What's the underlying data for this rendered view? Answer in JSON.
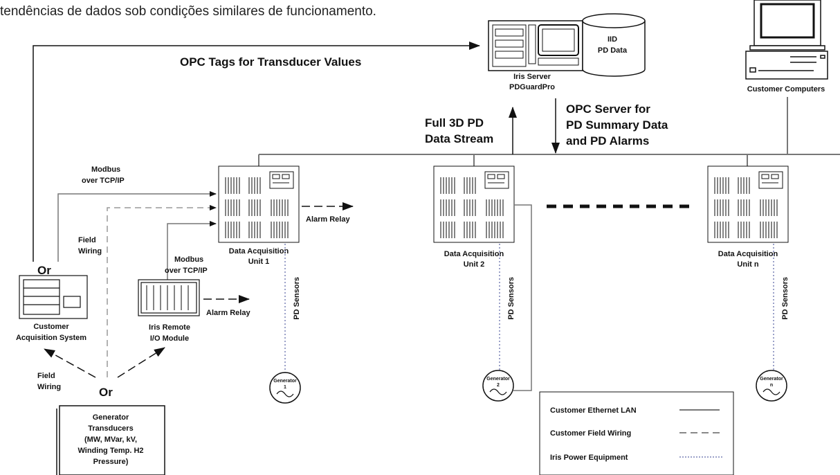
{
  "caption": {
    "line1": "tendências de dados sob condições similares de funcionamento.",
    "line1_partial_right": "…"
  },
  "server": {
    "name_line1": "Iris Server",
    "name_line2": "PDGuardPro",
    "db_line1": "IID",
    "db_line2": "PD Data"
  },
  "customer_computers": {
    "label": "Customer Computers"
  },
  "opc_tags": {
    "label": "OPC Tags for Transducer Values"
  },
  "stream": {
    "line1": "Full 3D PD",
    "line2": "Data Stream"
  },
  "opc_server": {
    "line1": "OPC Server for",
    "line2": "PD Summary Data",
    "line3": "and PD Alarms"
  },
  "modbus_top": {
    "line1": "Modbus",
    "line2": "over TCP/IP"
  },
  "field_wiring_top": {
    "line1": "Field",
    "line2": "Wiring"
  },
  "modbus_mid": {
    "line1": "Modbus",
    "line2": "over TCP/IP"
  },
  "or_top": "Or",
  "or_bottom": "Or",
  "dau1": {
    "line1": "Data Acquisition",
    "line2": "Unit 1"
  },
  "dau2": {
    "line1": "Data Acquisition",
    "line2": "Unit 2"
  },
  "daun": {
    "line1": "Data Acquisition",
    "line2": "Unit n"
  },
  "alarm_relay_1": "Alarm Relay",
  "alarm_relay_2": "Alarm Relay",
  "pd_sensors": "PD Sensors",
  "customer_acq": {
    "line1": "Customer",
    "line2": "Acquisition System"
  },
  "field_wiring_bottom": {
    "line1": "Field",
    "line2": "Wiring"
  },
  "remote_io": {
    "line1": "Iris Remote",
    "line2": "I/O Module"
  },
  "transducers": {
    "line1": "Generator",
    "line2": "Transducers",
    "line3": "(MW, MVar, kV,",
    "line4": "Winding Temp. H2",
    "line5": "Pressure)"
  },
  "generators": [
    {
      "line1": "Generator",
      "line2": "1"
    },
    {
      "line1": "Generator",
      "line2": "2"
    },
    {
      "line1": "Generator",
      "line2": "n"
    }
  ],
  "legend": {
    "items": [
      {
        "label": "Customer Ethernet LAN",
        "style": "solid"
      },
      {
        "label": "Customer Field Wiring",
        "style": "dashed"
      },
      {
        "label": "Iris Power Equipment",
        "style": "dotted"
      }
    ]
  },
  "colors": {
    "line": "#777777",
    "dark": "#111111",
    "sensor": "#9aa0c8"
  }
}
